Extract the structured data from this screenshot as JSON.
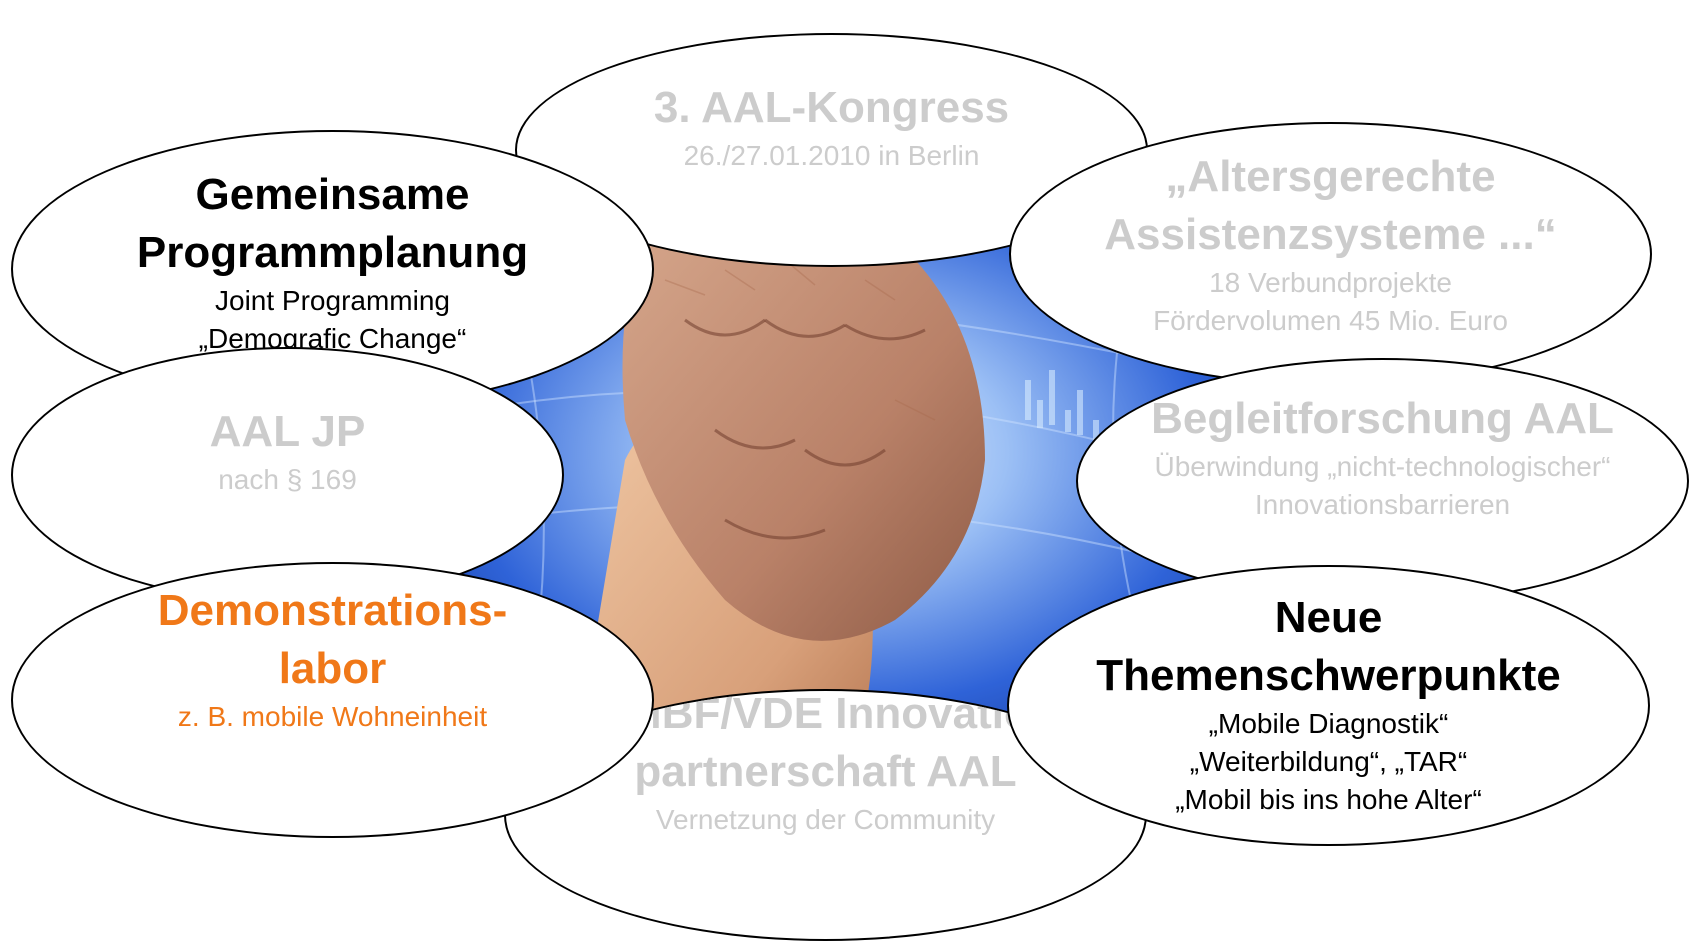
{
  "bubbles": {
    "kongress": {
      "title": "3. AAL-Kongress",
      "sub": "26./27.01.2010 in Berlin"
    },
    "altersgerecht": {
      "title_1": "„Altersgerechte",
      "title_2": "Assistenzsysteme ...“",
      "sub_1": "18 Verbundprojekte",
      "sub_2": "Fördervolumen 45 Mio. Euro"
    },
    "begleitforschung": {
      "title": "Begleitforschung AAL",
      "sub_1": "Überwindung „nicht-technologischer“",
      "sub_2": "Innovationsbarrieren"
    },
    "gemeinsam": {
      "title_1": "Gemeinsame",
      "title_2": "Programmplanung",
      "sub_1": "Joint Programming",
      "sub_2": "„Demografic Change“"
    },
    "aaljp": {
      "title": "AAL JP",
      "sub": "nach § 169"
    },
    "demonstration": {
      "title_1": "Demonstrations-",
      "title_2": "labor",
      "sub": "z. B. mobile Wohneinheit"
    },
    "bmbf": {
      "title_1": "BMBF/VDE Innovation",
      "title_2": "partnerschaft AAL",
      "sub": "Vernetzung der Community"
    },
    "neue": {
      "title_1": "Neue",
      "title_2": "Themenschwerpunkte",
      "sub_1": "„Mobile Diagnostik“",
      "sub_2": "„Weiterbildung“, „TAR“",
      "sub_3": "„Mobil bis ins hohe Alter“"
    }
  },
  "colors": {
    "active_text": "#000000",
    "inactive_text": "#cccccc",
    "highlight_text": "#f07818",
    "outline": "#000000",
    "photo_blue": "#2a5ad0"
  },
  "icons": {
    "photo": "hands-clasped-photo"
  }
}
